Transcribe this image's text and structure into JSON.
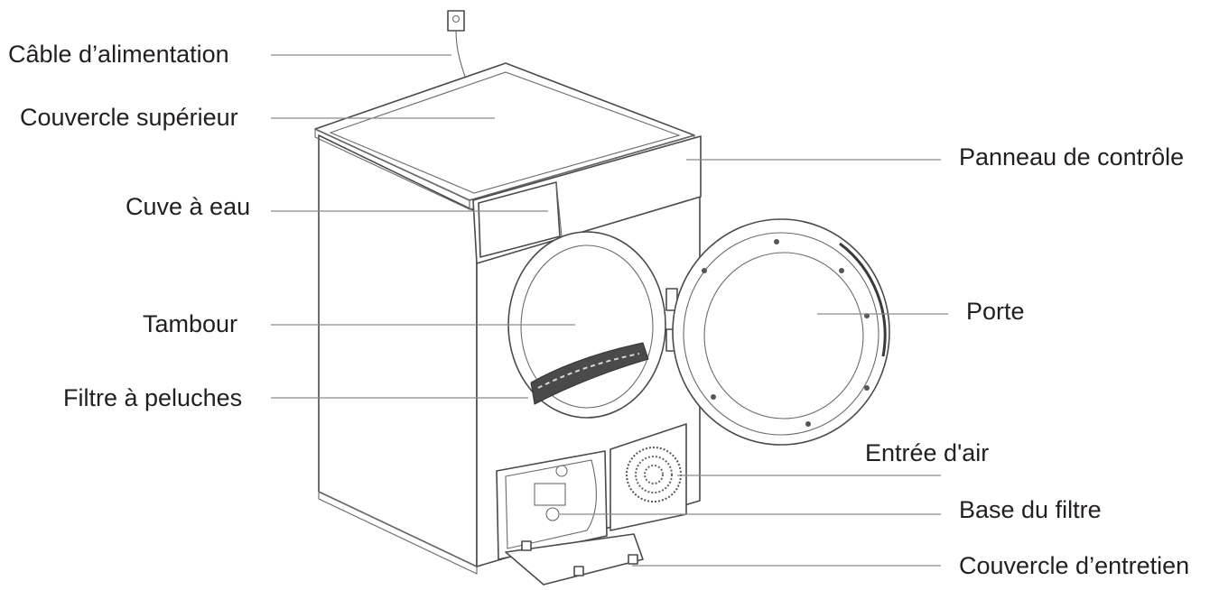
{
  "labels": {
    "power_cable": "Câble d’alimentation",
    "top_cover": "Couvercle supérieur",
    "water_tank": "Cuve à eau",
    "drum": "Tambour",
    "lint_filter": "Filtre à peluches",
    "control_panel": "Panneau de contrôle",
    "door": "Porte",
    "air_inlet": "Entrée d'air",
    "filter_base": "Base du filtre",
    "maintenance_cover": "Couvercle d’entretien"
  }
}
